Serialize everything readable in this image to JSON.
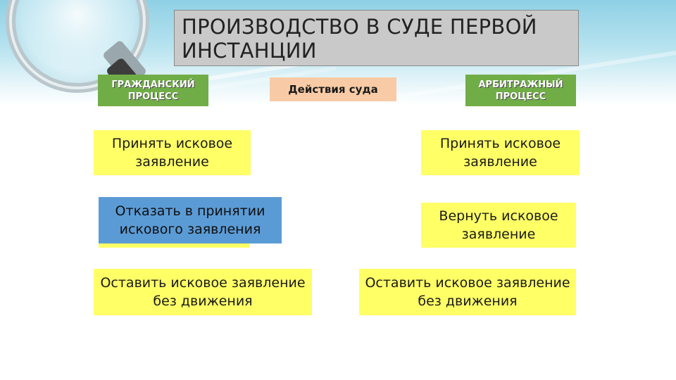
{
  "slide": {
    "title": "ПРОИЗВОДСТВО В СУДЕ ПЕРВОЙ ИНСТАНЦИИ",
    "headers": {
      "civil": "ГРАЖДАНСКИЙ ПРОЦЕСС",
      "actions": "Действия суда",
      "arbitration": "АРБИТРАЖНЫЙ ПРОЦЕСС"
    },
    "civil_items": [
      "Принять исковое заявление",
      "Отказать в принятии искового заявления",
      "Оставить исковое заявление без движения"
    ],
    "arbitration_items": [
      "Принять исковое заявление",
      "Вернуть исковое заявление",
      "Оставить исковое заявление без движения"
    ]
  },
  "colors": {
    "header_green": "#70ad47",
    "actions_peach": "#f8cba6",
    "item_yellow": "#ffff66",
    "item_blue": "#5b9bd5",
    "title_gray": "#c9c9c9"
  }
}
